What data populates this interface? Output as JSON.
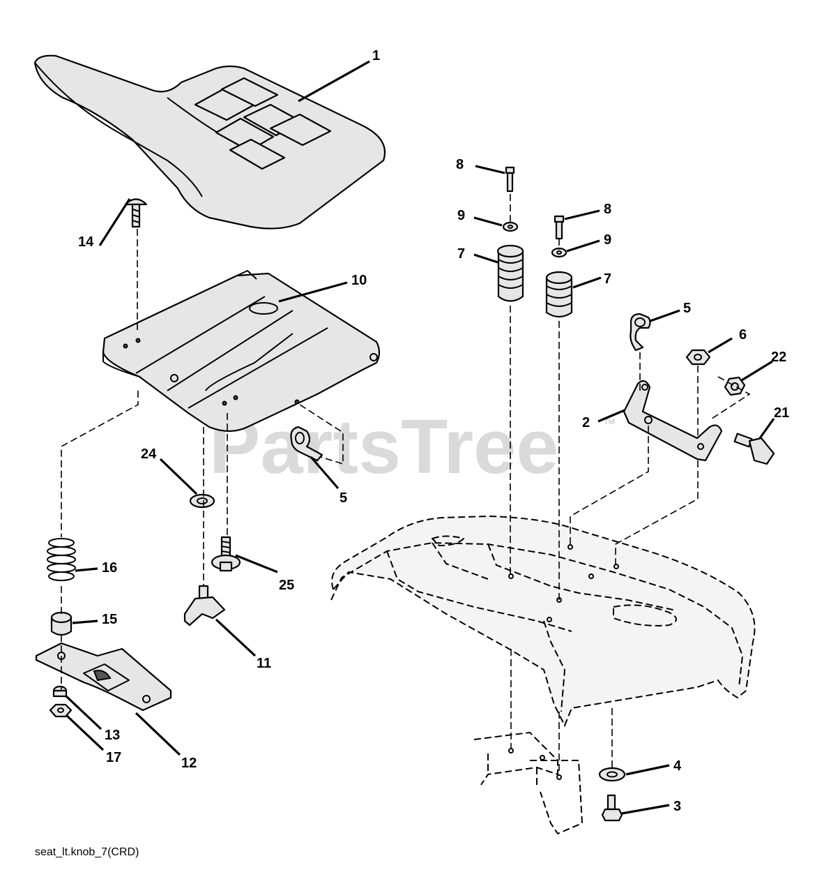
{
  "diagram": {
    "callouts": [
      "1",
      "14",
      "10",
      "24",
      "5",
      "25",
      "16",
      "15",
      "11",
      "13",
      "17",
      "12",
      "8",
      "9",
      "7",
      "8",
      "9",
      "7",
      "5",
      "6",
      "22",
      "2",
      "21",
      "4",
      "3"
    ],
    "watermark": "PartsTree",
    "trademark": "TM",
    "footer_code": "seat_lt.knob_7(CRD)"
  }
}
